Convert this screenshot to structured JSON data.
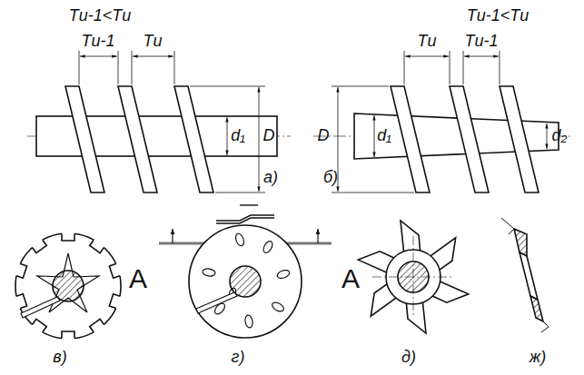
{
  "diagram": {
    "labels": [
      "Tи-1<Tи",
      "Tи-1",
      "Tи",
      "d₁",
      "D",
      "а)",
      "Tи-1<Tи",
      "Tи",
      "Tи-1",
      "D",
      "d₁",
      "d₂",
      "б)",
      "в)",
      "A",
      "г)",
      "A",
      "д)",
      "ж)"
    ]
  }
}
